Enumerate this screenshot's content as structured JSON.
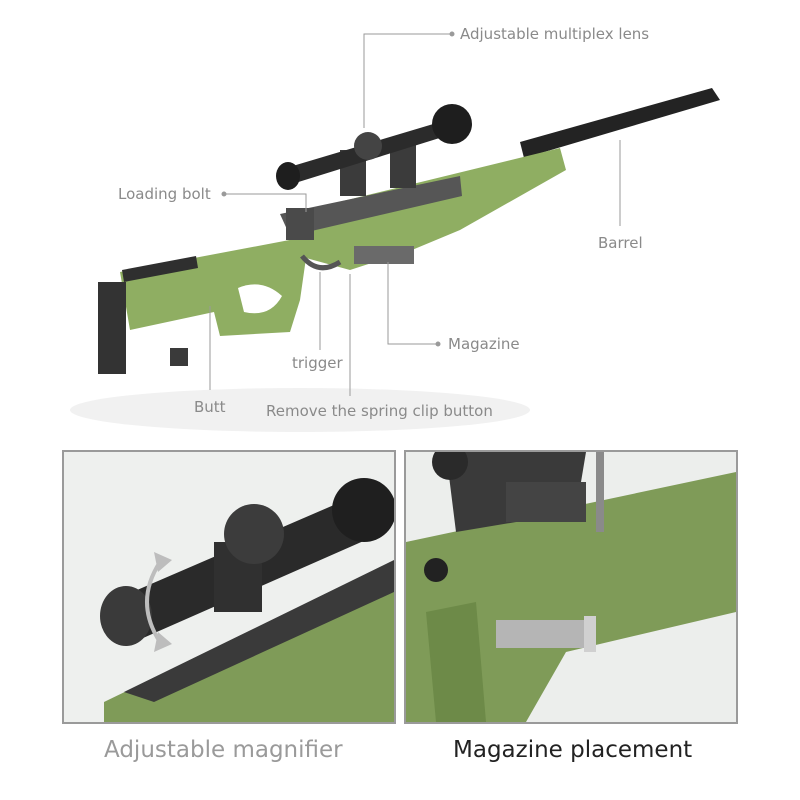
{
  "callouts": {
    "lens": "Adjustable multiplex lens",
    "bolt": "Loading bolt",
    "barrel": "Barrel",
    "magazine": "Magazine",
    "trigger": "trigger",
    "butt": "Butt",
    "spring_clip": "Remove the spring clip button"
  },
  "captions": {
    "left": "Adjustable magnifier",
    "right": "Magazine placement"
  },
  "colors": {
    "stock_green": "#8fae62",
    "dark_metal": "#2b2b2b",
    "label_gray": "#8a8a8a",
    "caption_dark": "#222222"
  }
}
